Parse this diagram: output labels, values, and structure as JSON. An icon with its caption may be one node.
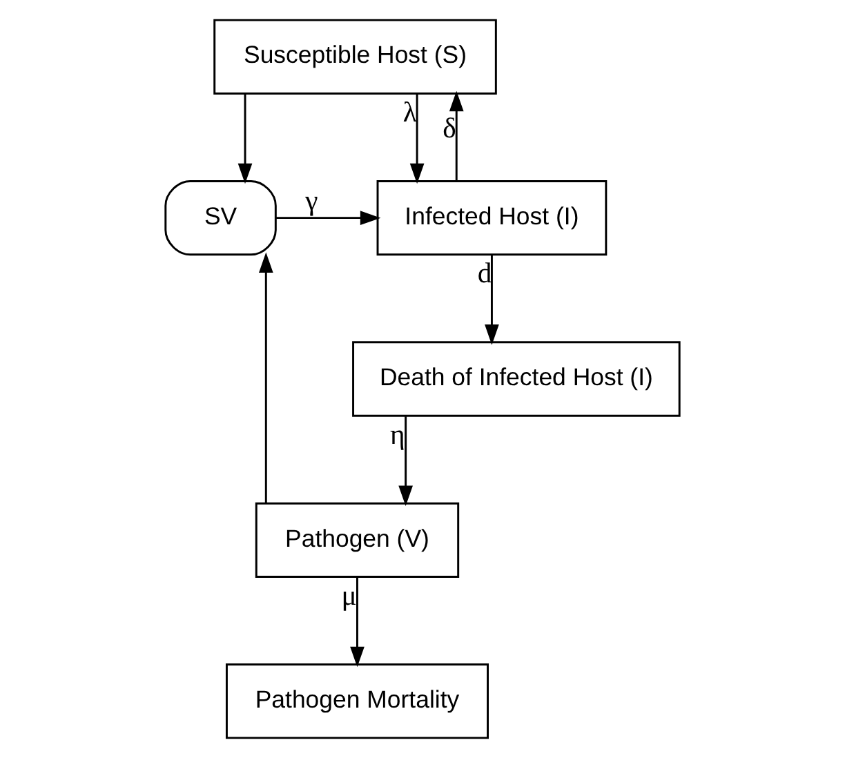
{
  "diagram": {
    "nodes": [
      {
        "text": [
          "Susceptible Host (S)"
        ]
      },
      {
        "text": [
          "SV"
        ]
      },
      {
        "text": [
          "Infected Host (I)"
        ]
      },
      {
        "text": [
          "Death of Infected Host (I)"
        ]
      },
      {
        "text": [
          "Pathogen (V)"
        ]
      },
      {
        "text": [
          "Pathogen Mortality"
        ]
      }
    ],
    "edges": [
      {
        "from": 0,
        "to": 1,
        "arrow": "to"
      },
      {
        "from": 0,
        "to": 2,
        "arrow": "to",
        "label": "λ"
      },
      {
        "from": 1,
        "to": 2,
        "arrow": "to",
        "label": "γ"
      },
      {
        "from": 2,
        "to": 0,
        "arrow": "to",
        "label": "δ"
      },
      {
        "from": 2,
        "to": 3,
        "arrow": "to",
        "label": "d"
      },
      {
        "from": 3,
        "to": 4,
        "arrow": "to",
        "label": "η"
      },
      {
        "from": 4,
        "to": 1,
        "arrow": "to"
      },
      {
        "from": 4,
        "to": 5,
        "arrow": "to",
        "label": "μ"
      }
    ]
  }
}
